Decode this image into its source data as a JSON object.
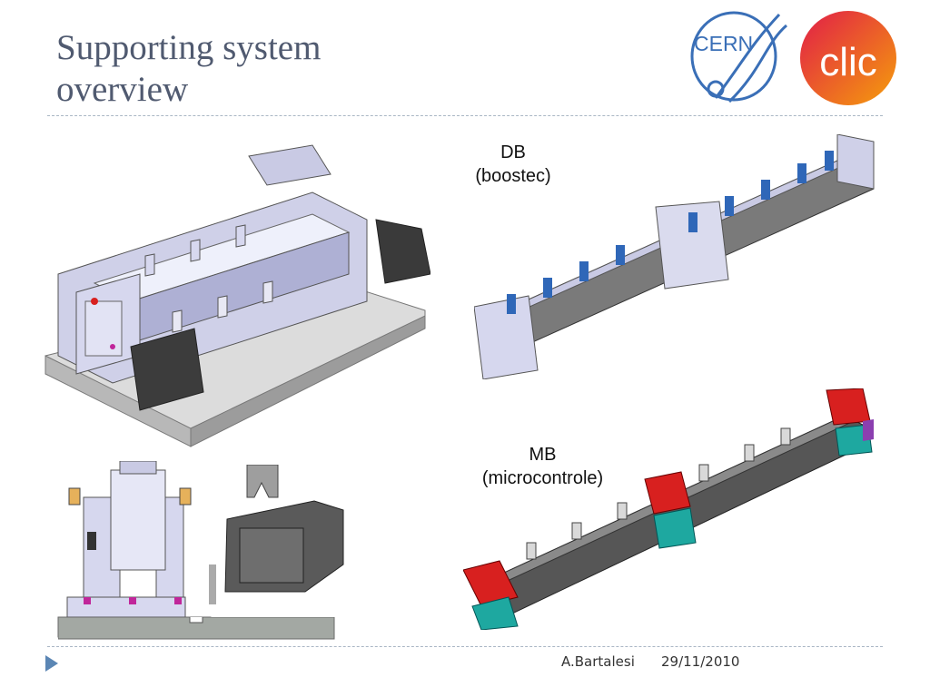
{
  "slide": {
    "title_line1": "Supporting system",
    "title_line2": "overview",
    "logos": {
      "cern": "CERN",
      "clic": "clic"
    },
    "db_label_line1": "DB",
    "db_label_line2": "(boostec)",
    "mb_label_line1": "MB",
    "mb_label_line2": "(microcontrole)",
    "footer_author": "A.Bartalesi",
    "footer_date": "29/11/2010",
    "icons": {
      "bullet": "triangle-bullet-icon"
    },
    "colors": {
      "title": "#505a70",
      "dash": "#a9b6c4",
      "bullet": "#5b86b4",
      "clic_orange": "#e8552a",
      "cern_blue": "#3a6fb7",
      "db_blue": "#2f67b8",
      "mb_red": "#d8201f",
      "mb_teal": "#1ea8a0"
    }
  }
}
